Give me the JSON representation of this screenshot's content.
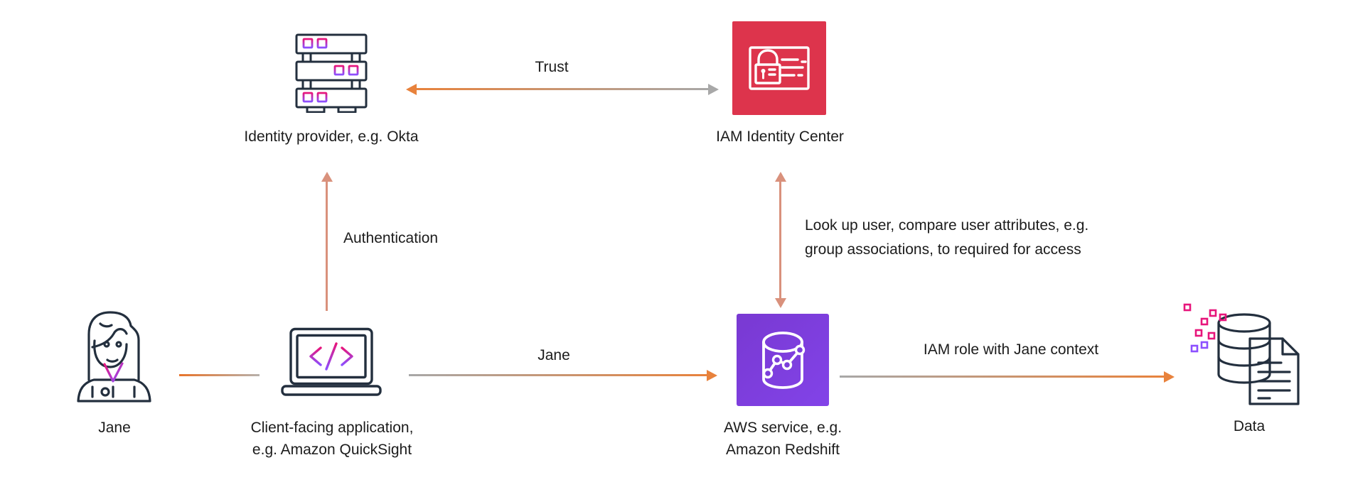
{
  "nodes": {
    "jane": {
      "label": "Jane"
    },
    "client_app": {
      "line1": "Client-facing application,",
      "line2": "e.g. Amazon QuickSight"
    },
    "identity_provider": {
      "label": "Identity provider, e.g. Okta"
    },
    "iam_identity_center": {
      "label": "IAM Identity Center"
    },
    "aws_service": {
      "line1": "AWS service, e.g.",
      "line2": "Amazon Redshift"
    },
    "data": {
      "label": "Data"
    }
  },
  "edges": {
    "trust": {
      "label": "Trust"
    },
    "authentication": {
      "label": "Authentication"
    },
    "lookup": {
      "line1": "Look up user, compare user attributes, e.g.",
      "line2": "group associations, to required for access"
    },
    "jane_request": {
      "label": "Jane"
    },
    "iam_role": {
      "label": "IAM role with Jane context"
    }
  },
  "colors": {
    "outline": "#232F3E",
    "arrow_orange": "#E8823C",
    "arrow_gray": "#A8A8A8",
    "arrow_salmon": "#D9917C",
    "identity_center_red": "#DD344C",
    "service_purple": "#7B3EDA",
    "accent_pink": "#E7157B",
    "accent_purple": "#8C4FFF"
  }
}
